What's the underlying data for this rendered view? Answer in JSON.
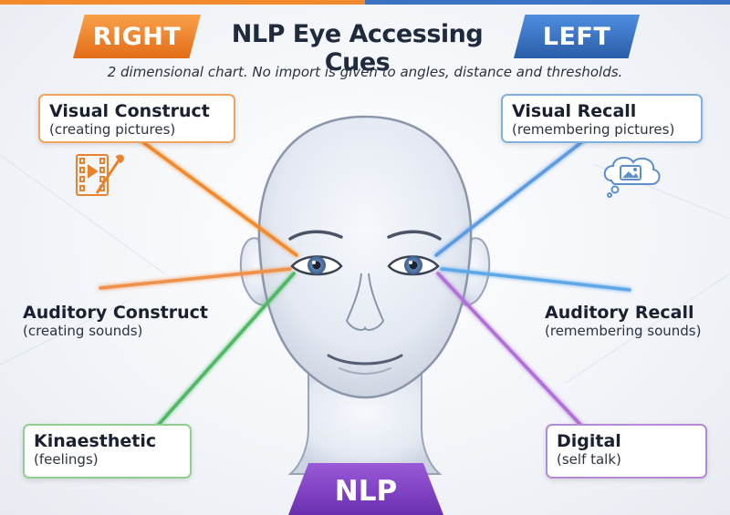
{
  "header": {
    "right_tag": "RIGHT",
    "left_tag": "LEFT",
    "title": "NLP Eye Accessing Cues",
    "subtitle": "2 dimensional chart. No import is given to angles, distance and thresholds."
  },
  "cues": {
    "visual_construct": {
      "title": "Visual Construct",
      "subtitle": "(creating pictures)",
      "color": "#f08a2c",
      "icon": "film-brush-icon"
    },
    "visual_recall": {
      "title": "Visual Recall",
      "subtitle": "(remembering pictures)",
      "color": "#5b9be0",
      "icon": "thought-bubble-picture-icon"
    },
    "auditory_construct": {
      "title": "Auditory Construct",
      "subtitle": "(creating sounds)",
      "color": "#f0914a"
    },
    "auditory_recall": {
      "title": "Auditory Recall",
      "subtitle": "(remembering sounds)",
      "color": "#5fa8e8"
    },
    "kinaesthetic": {
      "title": "Kinaesthetic",
      "subtitle": "(feelings)",
      "color": "#4fb865",
      "icon": "hand-icon"
    },
    "digital": {
      "title": "Digital",
      "subtitle": "(self talk)",
      "color": "#b070d8",
      "icon": "brain-icon"
    }
  },
  "footer": {
    "badge": "NLP"
  },
  "colors": {
    "right_accent": "#f08a2c",
    "left_accent": "#3a73c4",
    "nlp_accent": "#7a3ec0"
  }
}
